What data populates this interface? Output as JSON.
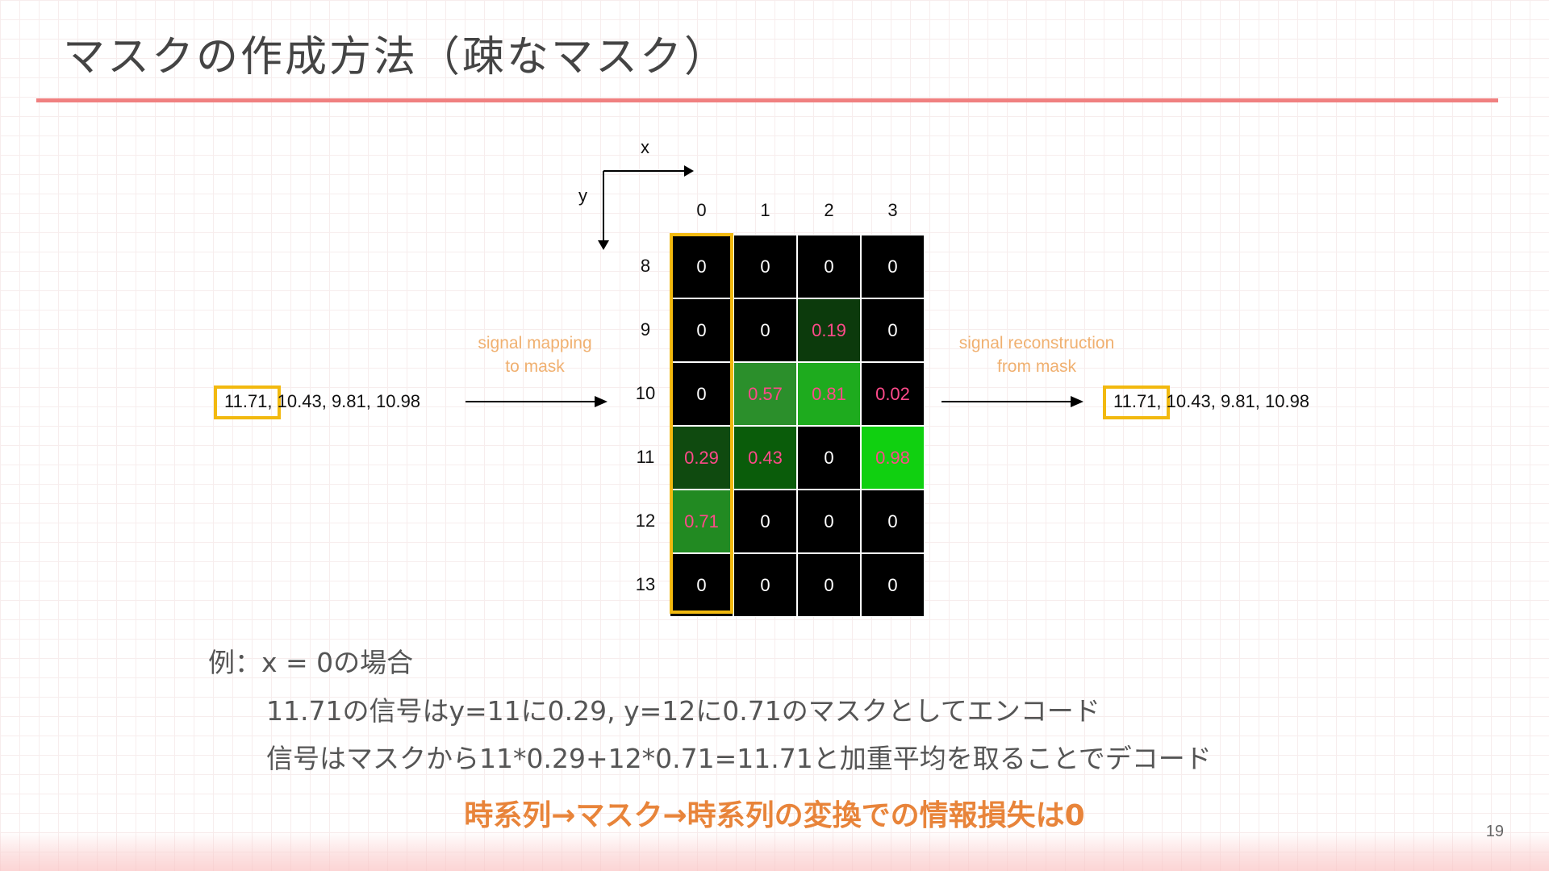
{
  "slide": {
    "title": "マスクの作成方法（疎なマスク）",
    "page_number": "19"
  },
  "axes": {
    "x_label": "x",
    "y_label": "y"
  },
  "grid": {
    "columns": [
      "0",
      "1",
      "2",
      "3"
    ],
    "rows": [
      "8",
      "9",
      "10",
      "11",
      "12",
      "13"
    ],
    "cells": [
      [
        {
          "v": "0",
          "bg": "#000000",
          "fg": "#ffffff"
        },
        {
          "v": "0",
          "bg": "#000000",
          "fg": "#ffffff"
        },
        {
          "v": "0",
          "bg": "#000000",
          "fg": "#ffffff"
        },
        {
          "v": "0",
          "bg": "#000000",
          "fg": "#ffffff"
        }
      ],
      [
        {
          "v": "0",
          "bg": "#000000",
          "fg": "#ffffff"
        },
        {
          "v": "0",
          "bg": "#000000",
          "fg": "#ffffff"
        },
        {
          "v": "0.19",
          "bg": "#0c3a0c",
          "fg": "#ff4a8a"
        },
        {
          "v": "0",
          "bg": "#000000",
          "fg": "#ffffff"
        }
      ],
      [
        {
          "v": "0",
          "bg": "#000000",
          "fg": "#ffffff"
        },
        {
          "v": "0.57",
          "bg": "#2b8f2b",
          "fg": "#ff4a8a"
        },
        {
          "v": "0.81",
          "bg": "#1eab1e",
          "fg": "#ff4a8a"
        },
        {
          "v": "0.02",
          "bg": "#000000",
          "fg": "#ff4a8a"
        }
      ],
      [
        {
          "v": "0.29",
          "bg": "#0f4a0f",
          "fg": "#ff4a8a"
        },
        {
          "v": "0.43",
          "bg": "#0a5c0a",
          "fg": "#ff4a8a"
        },
        {
          "v": "0",
          "bg": "#000000",
          "fg": "#ffffff"
        },
        {
          "v": "0.98",
          "bg": "#10d010",
          "fg": "#ff4a8a"
        }
      ],
      [
        {
          "v": "0.71",
          "bg": "#228a22",
          "fg": "#ff4a8a"
        },
        {
          "v": "0",
          "bg": "#000000",
          "fg": "#ffffff"
        },
        {
          "v": "0",
          "bg": "#000000",
          "fg": "#ffffff"
        },
        {
          "v": "0",
          "bg": "#000000",
          "fg": "#ffffff"
        }
      ],
      [
        {
          "v": "0",
          "bg": "#000000",
          "fg": "#ffffff"
        },
        {
          "v": "0",
          "bg": "#000000",
          "fg": "#ffffff"
        },
        {
          "v": "0",
          "bg": "#000000",
          "fg": "#ffffff"
        },
        {
          "v": "0",
          "bg": "#000000",
          "fg": "#ffffff"
        }
      ]
    ]
  },
  "mapping": {
    "left_line1": "signal mapping",
    "left_line2": "to mask",
    "right_line1": "signal reconstruction",
    "right_line2": "from mask"
  },
  "signal": {
    "input_first": "11.71,",
    "input_rest": " 10.43, 9.81, 10.98",
    "output_first": "11.71,",
    "output_rest": " 10.43, 9.81, 10.98"
  },
  "example": {
    "heading": "例：x = 0の場合",
    "line1": "11.71の信号はy=11に0.29, y=12に0.71のマスクとしてエンコード",
    "line2": "信号はマスクから11*0.29+12*0.71=11.71と加重平均を取ることでデコード"
  },
  "conclusion": "時系列→マスク→時系列の変換での情報損失は0",
  "colors": {
    "highlight": "#f2b90f",
    "accent_rule": "#f08080",
    "mapping_text": "#f0b070",
    "conclusion": "#e8843a"
  }
}
